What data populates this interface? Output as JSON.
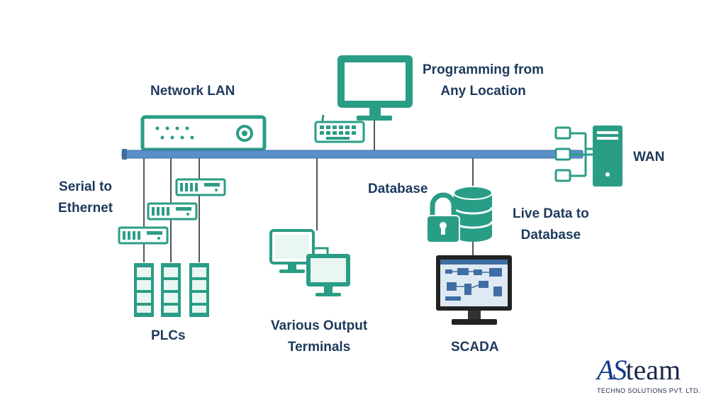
{
  "labels": {
    "network_lan": "Network LAN",
    "programming": [
      "Programming from",
      "Any Location"
    ],
    "wan": "WAN",
    "serial_to_ethernet": [
      "Serial to",
      "Ethernet"
    ],
    "database": "Database",
    "live_data": [
      "Live Data to",
      "Database"
    ],
    "plcs": "PLCs",
    "output_terminals": [
      "Various Output",
      "Terminals"
    ],
    "scada": "SCADA"
  },
  "logo": {
    "brand_prefix": "AS",
    "brand_suffix": "team",
    "tagline": "TECHNO SOLUTIONS PVT. LTD."
  },
  "colors": {
    "device": "#2a9d86",
    "device_light": "#e9f6f2",
    "bus": "#5b8fc9",
    "line": "#555555",
    "text": "#1d3a5c"
  },
  "icons": [
    "router-icon",
    "computer-icon",
    "keyboard-icon",
    "server-icon",
    "serial-device-icon",
    "plc-icon",
    "monitor-icon",
    "database-icon",
    "lock-icon",
    "scada-monitor-icon"
  ]
}
